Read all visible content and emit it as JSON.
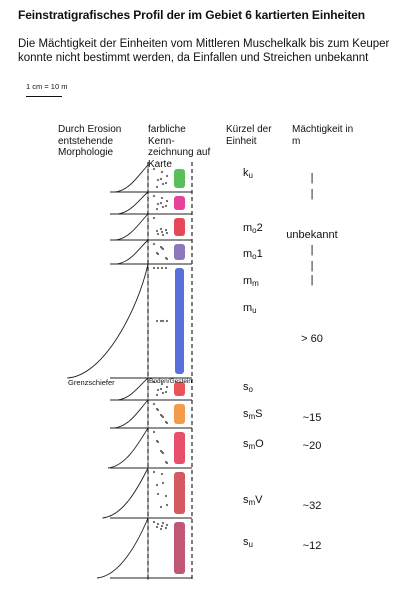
{
  "title": "Feinstratigrafisches Profil der im Gebiet 6 kartierten Einheiten",
  "intro": "Die Mächtigkeit der Einheiten vom Mittleren Muschelkalk bis zum Keuper konnte nicht bestimmt werden, da Einfallen und Streichen unbekannt",
  "scale": "1 cm = 10 m",
  "headers": {
    "morphology": "Durch Erosion entstehende Morphologie",
    "color_marking": "farbliche Kenn-zeichnung auf Karte",
    "abbreviation": "Kürzel der Einheit",
    "thickness": "Mächtigkeit in m"
  },
  "annotations": {
    "grenzschiefer": "Grenzschiefer",
    "bodengesteine": "Boden/Gestein"
  },
  "units": [
    {
      "base": "k",
      "sub": "u",
      "suffix": "",
      "color": "#3cb53c",
      "thickness": "|"
    },
    {
      "base": "m",
      "sub": "o",
      "suffix": "2",
      "color": "#e0228a",
      "thickness": "unbekannt"
    },
    {
      "base": "m",
      "sub": "o",
      "suffix": "1",
      "color": "#e0283c",
      "thickness": "|"
    },
    {
      "base": "m",
      "sub": "m",
      "suffix": "",
      "color": "#7a5fb0",
      "thickness": "|"
    },
    {
      "base": "m",
      "sub": "u",
      "suffix": "",
      "color": "#3a57d6",
      "thickness": "> 60"
    },
    {
      "base": "s",
      "sub": "o",
      "suffix": "",
      "color": "#e8343c",
      "thickness": ""
    },
    {
      "base": "s",
      "sub": "m",
      "suffix": "S",
      "color": "#f08a2a",
      "thickness": "~15"
    },
    {
      "base": "s",
      "sub": "m",
      "suffix": "O",
      "color": "#e43050",
      "thickness": "~20"
    },
    {
      "base": "s",
      "sub": "m",
      "suffix": "V",
      "color": "#cc3d45",
      "thickness": "~32"
    },
    {
      "base": "s",
      "sub": "u",
      "suffix": "",
      "color": "#b5395f",
      "thickness": "~12"
    }
  ],
  "thickness_ticks": [
    "|",
    "|",
    "|",
    "|"
  ]
}
